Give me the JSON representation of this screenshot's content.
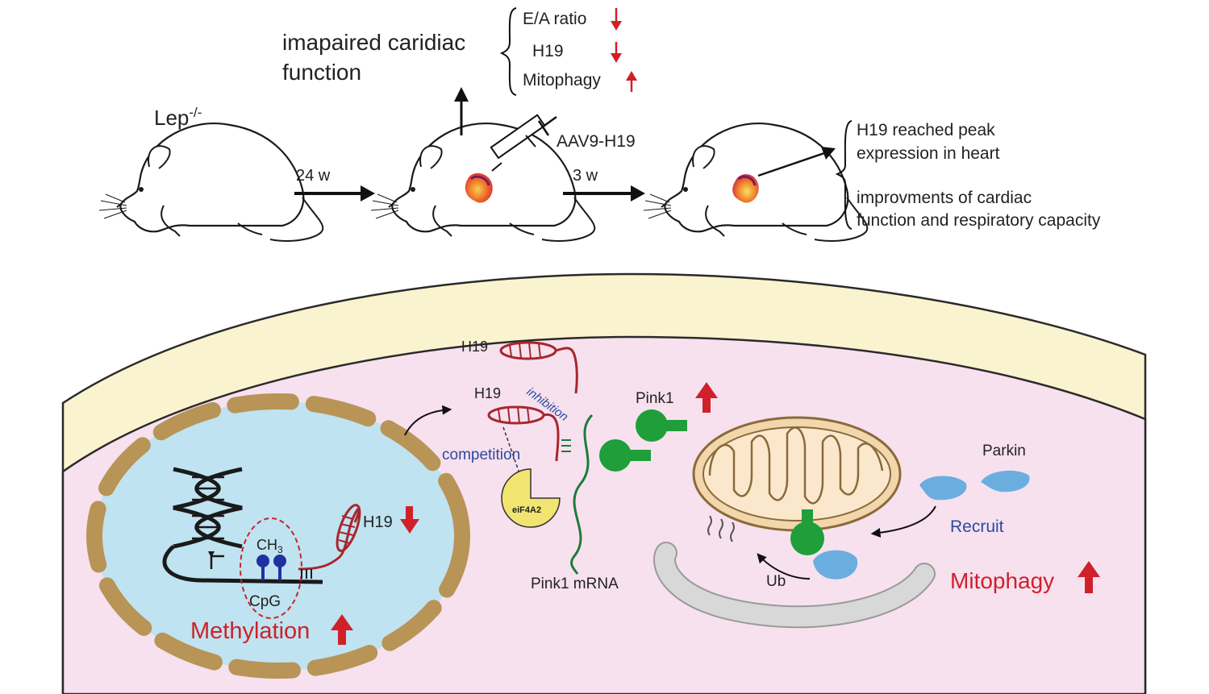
{
  "top": {
    "strain": "Lep",
    "strain_sup": "-/-",
    "timeline_1": "24 w",
    "timeline_2": "3 w",
    "injection": "AAV9-H19",
    "impaired_line1": "imapaired caridiac",
    "impaired_line2": "function",
    "findings": [
      {
        "label": "E/A ratio",
        "direction": "down"
      },
      {
        "label": "H19",
        "direction": "down"
      },
      {
        "label": "Mitophagy",
        "direction": "up"
      }
    ],
    "outcome_1_line1": "H19 reached peak",
    "outcome_1_line2": "expression in heart",
    "outcome_2_line1": "improvments of cardiac",
    "outcome_2_line2": "function and respiratory capacity"
  },
  "cell": {
    "ch3": "CH",
    "ch3_sub": "3",
    "cpg": "CpG",
    "h19_nucleus": "H19",
    "methylation": "Methylation",
    "h19_top": "H19",
    "h19_mid": "H19",
    "inhibition": "inhibition",
    "competition": "competition",
    "eif4a2": "eiF4A2",
    "pink1": "Pink1",
    "pink1_mrna": "Pink1 mRNA",
    "parkin": "Parkin",
    "recruit": "Recruit",
    "ub": "Ub",
    "mitophagy": "Mitophagy"
  },
  "colors": {
    "up_down_arrow": "#d0202a",
    "cytoplasm": "#f7e1ef",
    "cell_wall": "#faf3cf",
    "nucleus": "#bfe3f0",
    "nuclear_envelope": "#b89457",
    "h19_rna": "#a8262e",
    "pink1_protein": "#1f9e3a",
    "parkin": "#6aaee0",
    "eif4a2": "#f2e470",
    "mitochondrion": "#f2d6ac"
  }
}
